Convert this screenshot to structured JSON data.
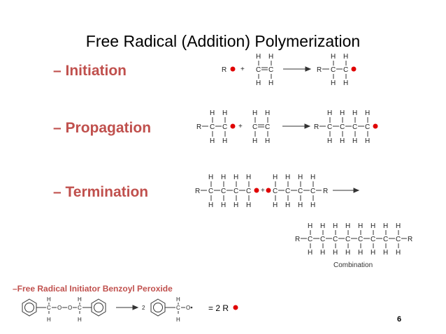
{
  "title": "Free Radical (Addition) Polymerization",
  "steps": [
    {
      "label": "– Initiation"
    },
    {
      "label": "– Propagation"
    },
    {
      "label": "– Termination"
    }
  ],
  "combination_caption": "Combination",
  "initiator_label": "–Free Radical Initiator Benzoyl Peroxide",
  "initiator_coefficient": "2",
  "initiator_result": "= 2 R",
  "page_number": "6",
  "colors": {
    "accent": "#c0504d",
    "radical_dot": "#e00000"
  }
}
